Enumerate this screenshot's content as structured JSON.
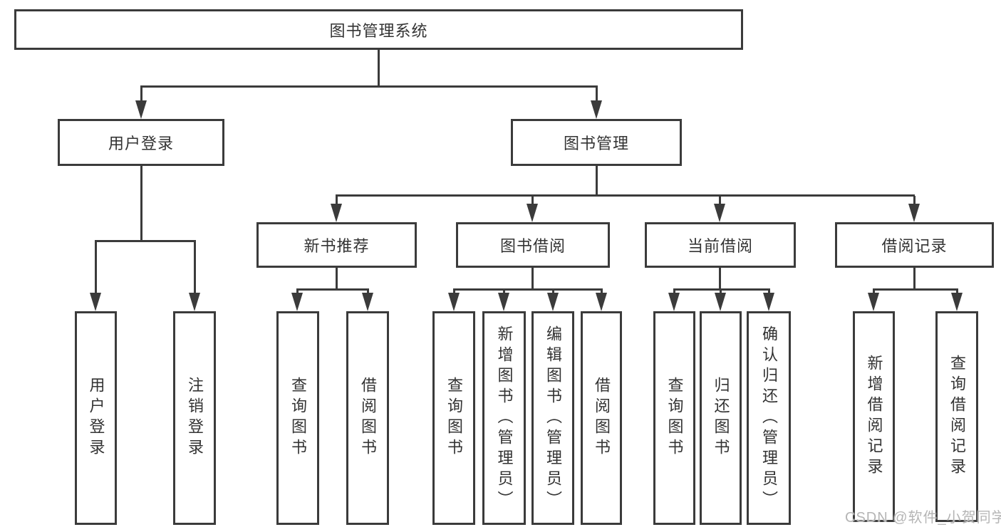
{
  "watermark": "CSDN @软件_小贺同学",
  "colors": {
    "line": "#3b3b3b",
    "text": "#333333",
    "watermark": "#b5b5b5",
    "background": "#ffffff"
  },
  "tree": {
    "root": {
      "label": "图书管理系统"
    },
    "branches": [
      {
        "label": "用户登录",
        "children": [
          {
            "label": "用户登录"
          },
          {
            "label": "注销登录"
          }
        ]
      },
      {
        "label": "图书管理",
        "children": [
          {
            "label": "新书推荐",
            "children": [
              {
                "label": "查询图书"
              },
              {
                "label": "借阅图书"
              }
            ]
          },
          {
            "label": "图书借阅",
            "children": [
              {
                "label": "查询图书"
              },
              {
                "label": "新增图书（管理员）"
              },
              {
                "label": "编辑图书（管理员）"
              },
              {
                "label": "借阅图书"
              }
            ]
          },
          {
            "label": "当前借阅",
            "children": [
              {
                "label": "查询图书"
              },
              {
                "label": "归还图书"
              },
              {
                "label": "确认归还（管理员）"
              }
            ]
          },
          {
            "label": "借阅记录",
            "children": [
              {
                "label": "新增借阅记录"
              },
              {
                "label": "查询借阅记录"
              }
            ]
          }
        ]
      }
    ]
  }
}
